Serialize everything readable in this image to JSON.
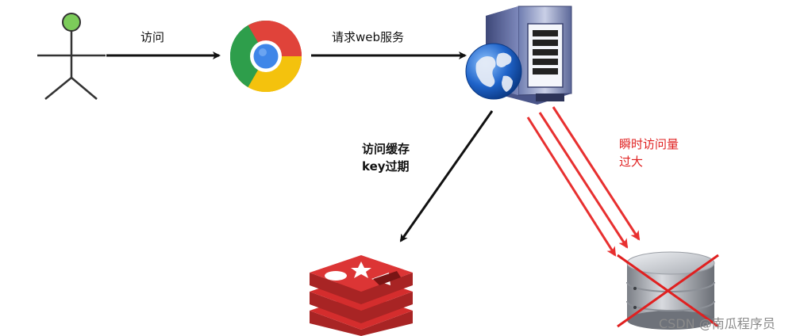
{
  "labels": {
    "visit": "访问",
    "request_web": "请求web服务",
    "cache_line1": "访问缓存",
    "cache_line2": "key过期",
    "surge_line1": "瞬时访问量",
    "surge_line2": "过大"
  },
  "watermark": "CSDN @南瓜程序员",
  "colors": {
    "arrow": "#111111",
    "surge_arrow": "#e83030",
    "cross": "#e02020",
    "user_head": "#7ccc5a",
    "redis": "#d42d2d"
  },
  "nodes": {
    "user": {
      "icon": "stick-figure-user-icon"
    },
    "browser": {
      "icon": "chrome-browser-icon"
    },
    "server": {
      "icon": "web-server-icon"
    },
    "cache": {
      "icon": "redis-icon"
    },
    "database": {
      "icon": "database-icon",
      "state": "crossed-out"
    }
  }
}
